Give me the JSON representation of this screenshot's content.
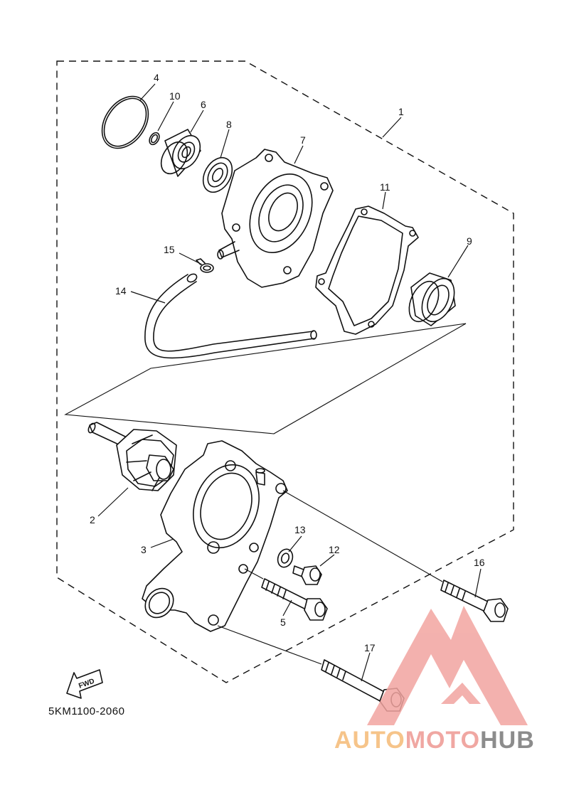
{
  "diagram": {
    "part_code": "5KM1100-2060",
    "fwd_label": "FWD",
    "callouts": [
      {
        "id": "c1",
        "label": "1"
      },
      {
        "id": "c2",
        "label": "2"
      },
      {
        "id": "c3",
        "label": "3"
      },
      {
        "id": "c4",
        "label": "4"
      },
      {
        "id": "c5",
        "label": "5"
      },
      {
        "id": "c6",
        "label": "6"
      },
      {
        "id": "c7",
        "label": "7"
      },
      {
        "id": "c8",
        "label": "8"
      },
      {
        "id": "c9",
        "label": "9"
      },
      {
        "id": "c10",
        "label": "10"
      },
      {
        "id": "c11",
        "label": "11"
      },
      {
        "id": "c12",
        "label": "12"
      },
      {
        "id": "c13",
        "label": "13"
      },
      {
        "id": "c14",
        "label": "14"
      },
      {
        "id": "c15",
        "label": "15"
      },
      {
        "id": "c16",
        "label": "16"
      },
      {
        "id": "c17",
        "label": "17"
      }
    ]
  },
  "watermark": {
    "word_part1": "AUTO",
    "word_part2": "MOTO",
    "word_part3": "HUB",
    "colors": {
      "logo": "#f2a4a0",
      "auto": "#f6c48a",
      "moto": "#f0a7a2",
      "hub": "#8c8c8c"
    }
  }
}
